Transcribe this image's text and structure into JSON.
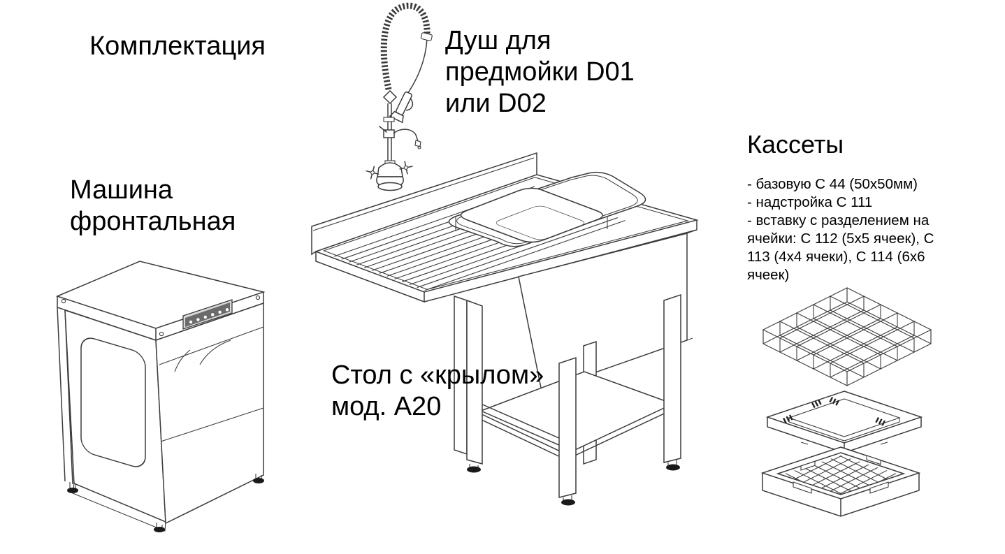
{
  "title": "Комплектация",
  "figures": {
    "shower": {
      "label": "Душ для предмойки D01 или D02"
    },
    "machine": {
      "label": "Машина фронтальная"
    },
    "table": {
      "label": "Стол с «крылом» мод. А20"
    },
    "cassettes": {
      "heading": "Кассеты",
      "items": [
        "- базовую С 44 (50х50мм)",
        "- надстройка С 111",
        "- вставку с разделением на ячейки: С 112 (5х5 ячеек), С 113 (4х4 ячеки), С 114 (6х6 ячеек)"
      ]
    }
  },
  "colors": {
    "line": "#3c3c3c",
    "text": "#000000",
    "feet": "#1a1a1a"
  }
}
